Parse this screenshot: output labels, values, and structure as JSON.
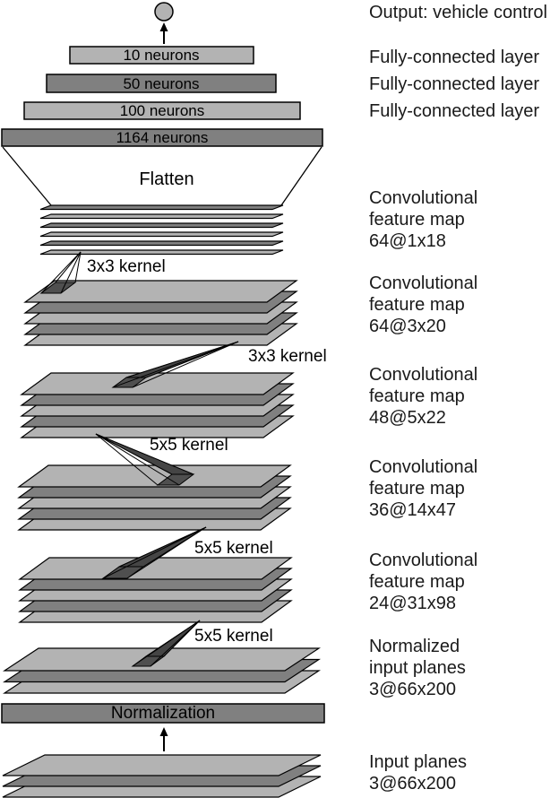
{
  "title": "CNN architecture diagram",
  "colors": {
    "plane_light": "#b3b3b3",
    "plane_dark": "#808080",
    "kernel_patch": "#4f4f4f",
    "outline": "#000000",
    "background": "#ffffff",
    "text": "#1a1a1a"
  },
  "diagram": {
    "output_node_icon": "neuron-circle",
    "fc_bars": [
      {
        "label": "10 neurons"
      },
      {
        "label": "50 neurons"
      },
      {
        "label": "100 neurons"
      },
      {
        "label": "1164 neurons"
      }
    ],
    "flatten_label": "Flatten",
    "kernel_labels": [
      "3x3 kernel",
      "3x3 kernel",
      "5x5 kernel",
      "5x5 kernel",
      "5x5 kernel"
    ],
    "normalization_label": "Normalization"
  },
  "right_column": {
    "output_label": "Output: vehicle control",
    "fc_labels": [
      "Fully-connected layer",
      "Fully-connected layer",
      "Fully-connected layer"
    ],
    "feature_maps": [
      {
        "l1": "Convolutional",
        "l2": "feature map",
        "l3": "64@1x18"
      },
      {
        "l1": "Convolutional",
        "l2": "feature map",
        "l3": "64@3x20"
      },
      {
        "l1": "Convolutional",
        "l2": "feature map",
        "l3": "48@5x22"
      },
      {
        "l1": "Convolutional",
        "l2": "feature map",
        "l3": "36@14x47"
      },
      {
        "l1": "Convolutional",
        "l2": "feature map",
        "l3": "24@31x98"
      }
    ],
    "normalized_input": {
      "l1": "Normalized",
      "l2": "input planes",
      "l3": "3@66x200"
    },
    "input_planes": {
      "l1": "Input planes",
      "l2": "3@66x200"
    }
  }
}
